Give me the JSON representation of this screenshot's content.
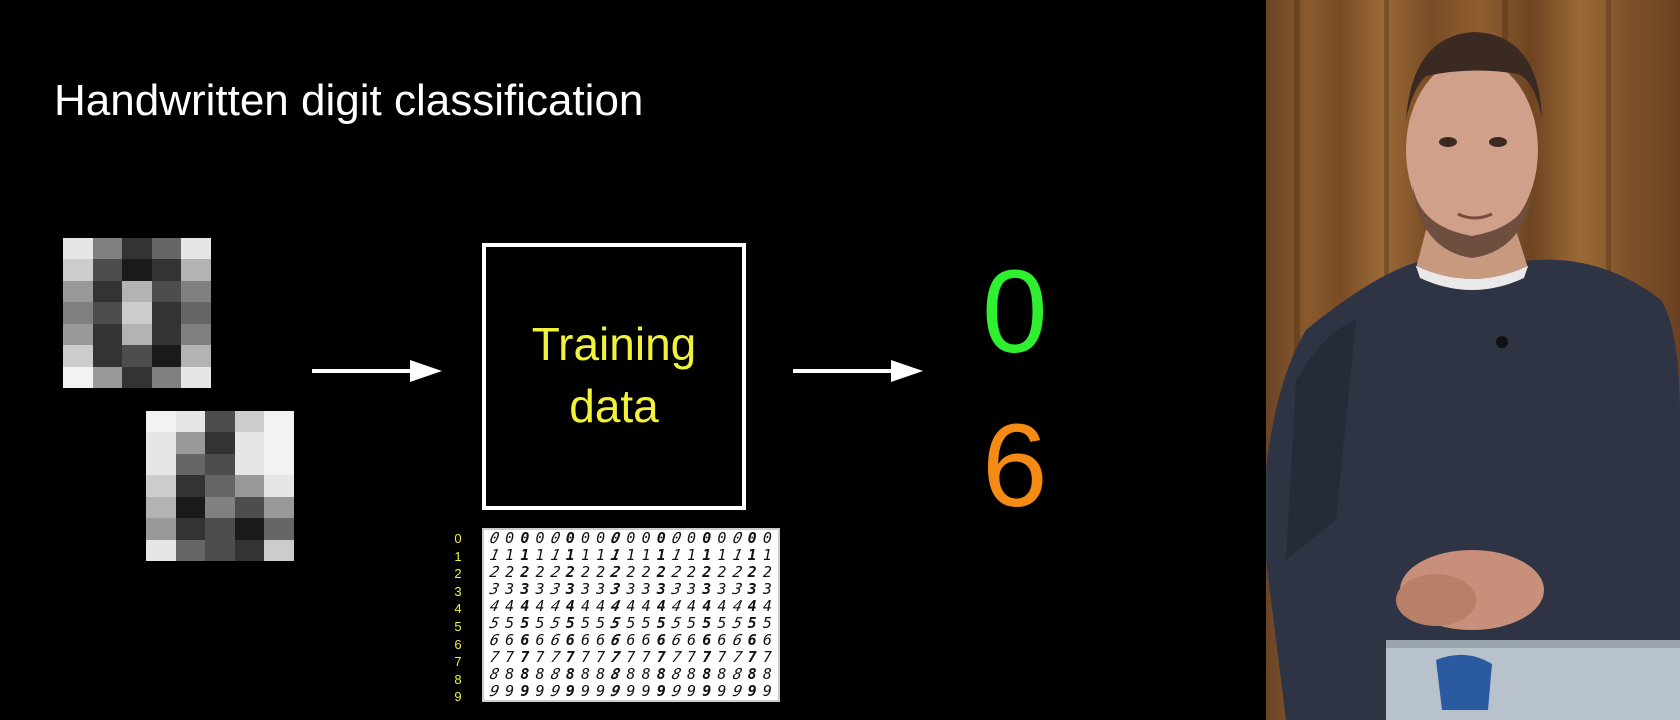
{
  "slide": {
    "title": "Handwritten digit classification",
    "box_label_line1": "Training",
    "box_label_line2": "data",
    "output_digits": [
      "0",
      "6"
    ],
    "row_labels": [
      "0",
      "1",
      "2",
      "3",
      "4",
      "5",
      "6",
      "7",
      "8",
      "9"
    ],
    "colors": {
      "background": "#000000",
      "title": "#ffffff",
      "box_label": "#f2f23a",
      "digit_0": "#2ef02e",
      "digit_6": "#f58a14"
    }
  },
  "samples": {
    "zero_grid": [
      [
        0.9,
        0.5,
        0.2,
        0.4,
        0.9
      ],
      [
        0.8,
        0.3,
        0.1,
        0.2,
        0.7
      ],
      [
        0.6,
        0.2,
        0.7,
        0.3,
        0.5
      ],
      [
        0.5,
        0.3,
        0.8,
        0.2,
        0.4
      ],
      [
        0.6,
        0.2,
        0.7,
        0.2,
        0.5
      ],
      [
        0.8,
        0.2,
        0.3,
        0.1,
        0.7
      ],
      [
        0.95,
        0.6,
        0.2,
        0.5,
        0.9
      ]
    ],
    "six_grid": [
      [
        0.95,
        0.9,
        0.3,
        0.8,
        0.95
      ],
      [
        0.9,
        0.6,
        0.2,
        0.9,
        0.95
      ],
      [
        0.9,
        0.4,
        0.3,
        0.9,
        0.95
      ],
      [
        0.8,
        0.2,
        0.4,
        0.6,
        0.9
      ],
      [
        0.7,
        0.1,
        0.5,
        0.3,
        0.6
      ],
      [
        0.6,
        0.2,
        0.3,
        0.1,
        0.4
      ],
      [
        0.9,
        0.4,
        0.3,
        0.2,
        0.8
      ]
    ]
  },
  "mnist_rows": [
    "0000000000000000000",
    "1111111111111111111",
    "2222222222222222222",
    "3333333333333333333",
    "4444444444444444444",
    "5555555555555555555",
    "6666666666666666666",
    "7777777777777777777",
    "8888888888888888888",
    "9999999999999999999"
  ]
}
